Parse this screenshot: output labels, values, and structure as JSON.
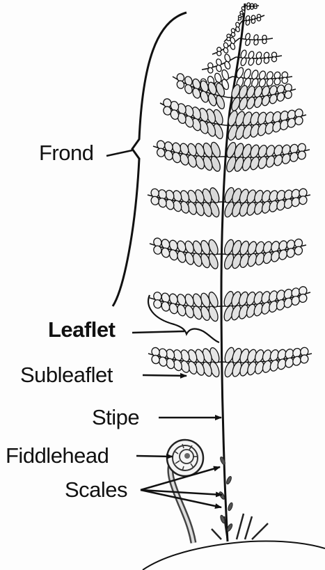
{
  "labels": {
    "frond": "Frond",
    "leaflet": "Leaflet",
    "subleaflet": "Subleaflet",
    "stipe": "Stipe",
    "fiddlehead": "Fiddlehead",
    "scales": "Scales"
  },
  "colors": {
    "ink": "#111111",
    "shade": "#bdbdbd",
    "paper": "#fdfdfd"
  }
}
